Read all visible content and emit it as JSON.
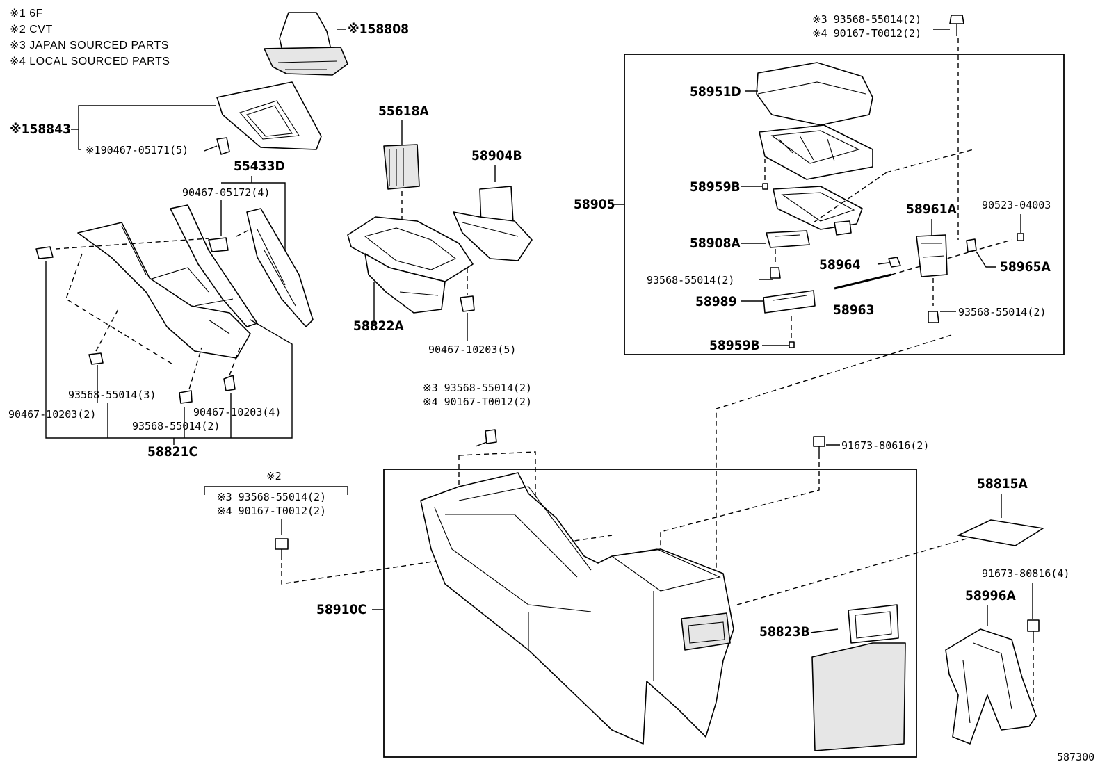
{
  "notes": [
    "※1 6F",
    "※2 CVT",
    "※3 JAPAN SOURCED PARTS",
    "※4 LOCAL SOURCED PARTS"
  ],
  "labels": {
    "p58808": "※158808",
    "p58843": "※158843",
    "p90467_05171": "※190467-05171(5)",
    "p55433D": "55433D",
    "p90467_05172": "90467-05172(4)",
    "p55618A": "55618A",
    "p58904B": "58904B",
    "p58822A": "58822A",
    "p90467_10203_5": "90467-10203(5)",
    "p93568_55014_3": "93568-55014(3)",
    "p90467_10203_2": "90467-10203(2)",
    "p90467_10203_4": "90467-10203(4)",
    "p93568_55014_2_left": "93568-55014(2)",
    "p58821C": "58821C",
    "p_top_j": "※3 93568-55014(2)",
    "p_top_l": "※4 90167-T0012(2)",
    "p58905": "58905",
    "p58951D": "58951D",
    "p58959B_1": "58959B",
    "p58908A": "58908A",
    "p93568_55014_box": "93568-55014(2)",
    "p58989": "58989",
    "p58959B_2": "58959B",
    "p58964": "58964",
    "p58963": "58963",
    "p58961A": "58961A",
    "p90523_04003": "90523-04003",
    "p58965A": "58965A",
    "p93568_55014_right": "93568-55014(2)",
    "p_mid_j": "※3 93568-55014(2)",
    "p_mid_l": "※4 90167-T0012(2)",
    "p91673_80616": "91673-80616(2)",
    "p_cvt": "※2",
    "p_cvt_j": "※3 93568-55014(2)",
    "p_cvt_l": "※4 90167-T0012(2)",
    "p58910C": "58910C",
    "p58823B": "58823B",
    "p58815A": "58815A",
    "p91673_80816": "91673-80816(4)",
    "p58996A": "58996A",
    "ref_number": "587300"
  }
}
